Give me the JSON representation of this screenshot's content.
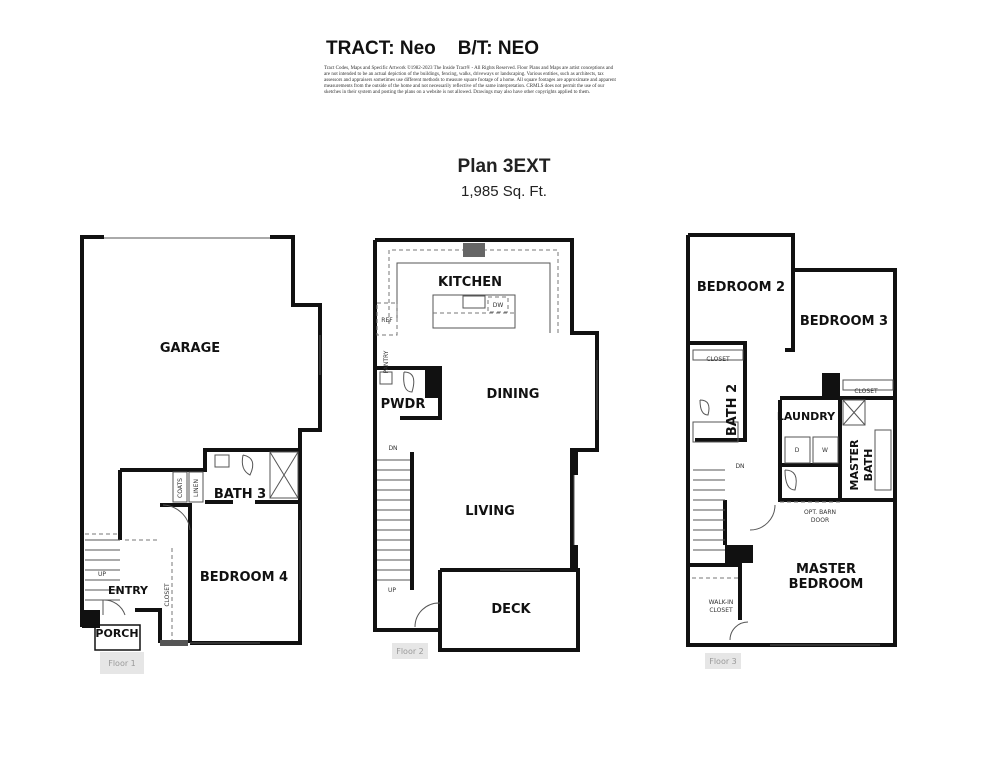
{
  "header": {
    "tract": "TRACT: Neo",
    "bt": "B/T: NEO"
  },
  "disclaimer": "Tract Codes, Maps and Specific Artwork ©1982-2023 The Inside Tract® - All Rights Reserved. Floor Plans and Maps are artist conceptions and are not intended to be an actual depiction of the buildings, fencing, walks, driveways or landscaping. Various entities, such as architects, tax assessors and appraisers sometimes use different methods to measure square footage of a home. All square footages are approximate and apparent measurements from the outside of the home and not necessarily reflective of the same interpretation. CRMLS does not permit the use of our sketches in their system and posting the plans on a website is not allowed. Drawings may also have other copyrights applied to them.",
  "plan": {
    "name": "Plan 3EXT",
    "sqft": "1,985 Sq. Ft."
  },
  "floors": [
    {
      "tag": "Floor 1",
      "rooms": {
        "garage": "GARAGE",
        "bath3": "BATH 3",
        "bedroom4": "BEDROOM 4",
        "entry": "ENTRY",
        "porch": "PORCH",
        "coats": "COATS",
        "linen": "LINEN",
        "closet": "CLOSET",
        "up": "UP"
      }
    },
    {
      "tag": "Floor 2",
      "rooms": {
        "kitchen": "KITCHEN",
        "dw": "DW",
        "ref": "REF",
        "pantry": "PANTRY",
        "pwdr": "PWDR",
        "dining": "DINING",
        "living": "LIVING",
        "deck": "DECK",
        "dn": "DN",
        "up": "UP"
      }
    },
    {
      "tag": "Floor 3",
      "rooms": {
        "bedroom2": "BEDROOM 2",
        "bedroom3": "BEDROOM 3",
        "closet_a": "CLOSET",
        "closet_b": "CLOSET",
        "bath2": "BATH 2",
        "laundry": "LAUNDRY",
        "dryer": "D",
        "washer": "W",
        "master_bath_1": "MASTER",
        "master_bath_2": "BATH",
        "barn_door_1": "OPT. BARN",
        "barn_door_2": "DOOR",
        "master_bed_1": "MASTER",
        "master_bed_2": "BEDROOM",
        "walkin_1": "WALK-IN",
        "walkin_2": "CLOSET",
        "dn": "DN"
      }
    }
  ]
}
